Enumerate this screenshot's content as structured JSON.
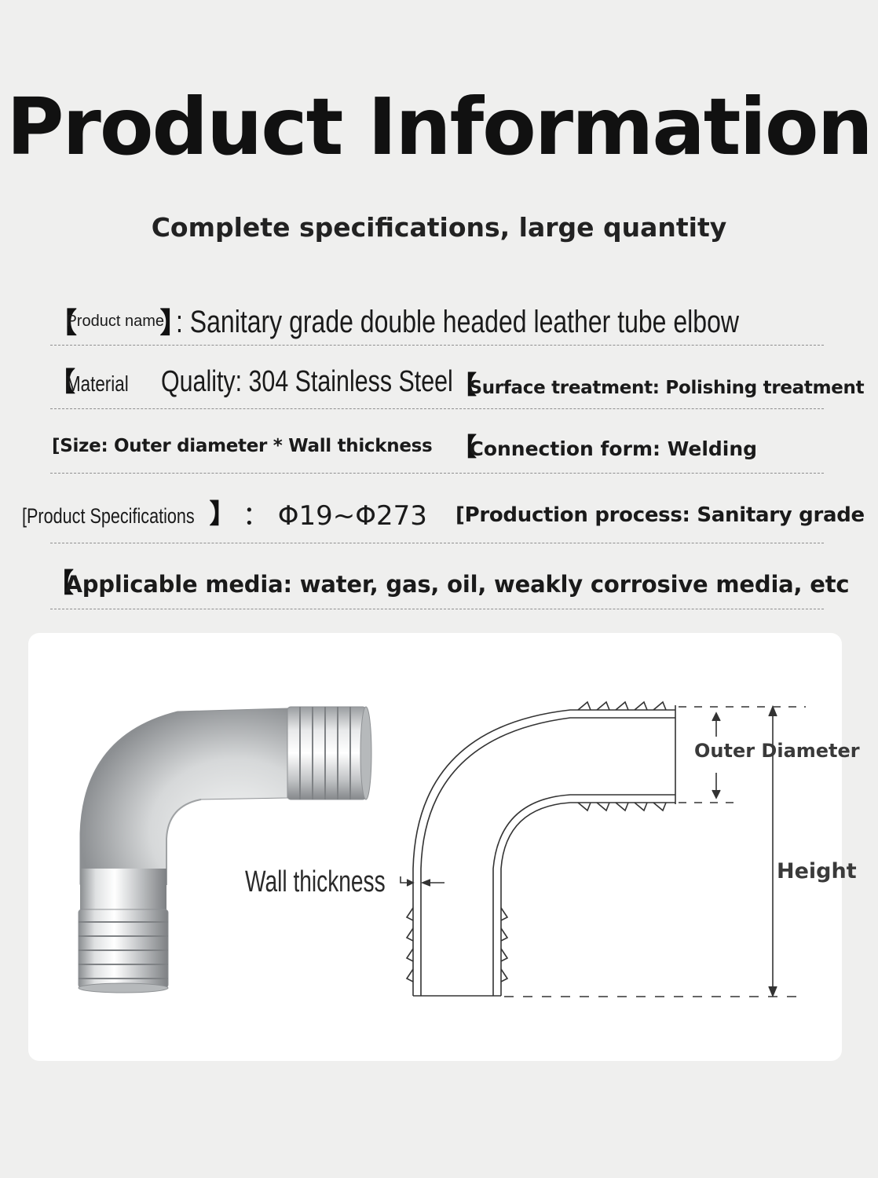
{
  "header": {
    "title": "Product Information",
    "subtitle": "Complete specifications, large quantity"
  },
  "specs": {
    "product_name": {
      "bracket_open": "【",
      "label": "Product name",
      "bracket_close": "】",
      "value": ": Sanitary grade double headed leather tube elbow"
    },
    "material": {
      "bracket_open": "【",
      "label": "Material",
      "value": "Quality: 304 Stainless Steel"
    },
    "surface": {
      "bracket_open": "【",
      "value": "Surface treatment: Polishing treatment"
    },
    "size": {
      "value": "[Size: Outer diameter * Wall thickness"
    },
    "connection": {
      "bracket_open": "【",
      "value": "Connection form: Welding"
    },
    "specifications": {
      "label": "[Product Specifications",
      "bracket_close": "】",
      "value": "： Φ19~Φ273"
    },
    "process": {
      "value": "[Production process: Sanitary grade"
    },
    "media": {
      "bracket_open": "【",
      "value": "Applicable media: water, gas, oil, weakly corrosive media, etc"
    }
  },
  "diagram": {
    "wall_thickness_label": "Wall thickness",
    "outer_diameter_label": "Outer Diameter",
    "height_label": "Height",
    "photo_icon": "stainless-elbow-photo",
    "drawing_icon": "elbow-cross-section-drawing"
  },
  "colors": {
    "background": "#efefee",
    "panel": "#ffffff",
    "text": "#1a1a1a",
    "rule": "#8f8f8f"
  }
}
